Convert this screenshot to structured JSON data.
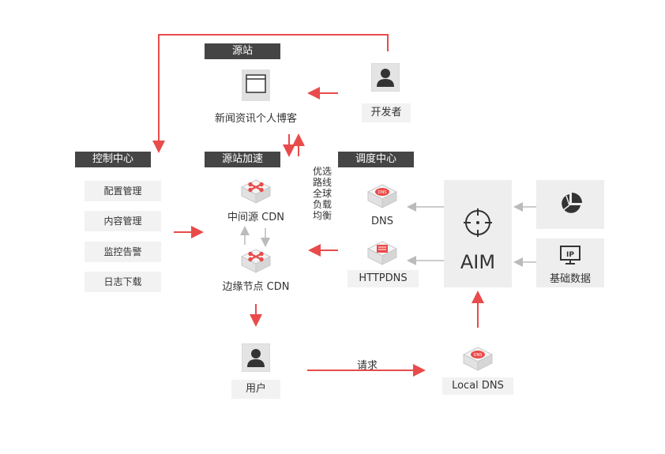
{
  "origin": {
    "tag": "源站",
    "item": "新闻资讯个人博客"
  },
  "developer": {
    "label": "开发者"
  },
  "control": {
    "tag": "控制中心",
    "items": [
      "配置管理",
      "内容管理",
      "监控告警",
      "日志下载"
    ]
  },
  "accel": {
    "tag": "源站加速",
    "mid": "中间源 CDN",
    "edge": "边缘节点 CDN"
  },
  "routing_note": [
    "优选",
    "路线",
    "全球",
    "负载",
    "均衡"
  ],
  "dispatch": {
    "tag": "调度中心",
    "dns": "DNS",
    "httpdns": "HTTPDNS",
    "aim": "AIM",
    "basedata": "基础数据",
    "ip_badge": "IP",
    "dns_badge": "DNS"
  },
  "user": {
    "label": "用户"
  },
  "request_label": "请求",
  "localdns": {
    "label": "Local DNS",
    "badge": "DNS"
  },
  "colors": {
    "accent": "#e94b4b",
    "dark": "#454545",
    "gray_arrow": "#bbbbbb",
    "panel": "#eeeeee"
  }
}
